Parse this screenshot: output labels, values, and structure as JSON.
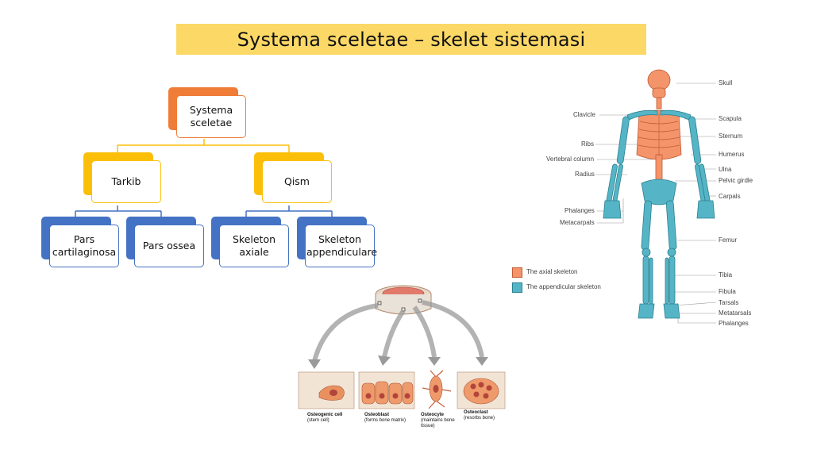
{
  "title": "Systema sceletae – skelet sistemasi",
  "hierarchy": {
    "root": "Systema sceletae",
    "level2": [
      "Tarkib",
      "Qism"
    ],
    "level3": [
      "Pars cartilaginosa",
      "Pars ossea",
      "Skeleton axiale",
      "Skeleton appendiculare"
    ]
  },
  "colors": {
    "title_bg": "#fcd966",
    "root": "#ef7c37",
    "level2": "#fcbf09",
    "level3": "#4472c4",
    "axial": "#f4946a",
    "appendicular": "#55b5c6"
  },
  "skeleton": {
    "left_labels": [
      "Clavicle",
      "Ribs",
      "Vertebral column",
      "Radius",
      "Phalanges",
      "Metacarpals"
    ],
    "right_labels": [
      "Skull",
      "Scapula",
      "Sternum",
      "Humerus",
      "Ulna",
      "Pelvic girdle",
      "Carpals",
      "Femur",
      "Tibia",
      "Fibula",
      "Tarsals",
      "Metatarsals",
      "Phalanges"
    ],
    "legend": [
      "The axial skeleton",
      "The appendicular skeleton"
    ]
  },
  "cells": [
    {
      "name": "Osteogenic cell",
      "desc": "(stem cell)"
    },
    {
      "name": "Osteoblast",
      "desc": "(forms bone matrix)"
    },
    {
      "name": "Osteocyte",
      "desc": "(maintains bone tissue)"
    },
    {
      "name": "Osteoclast",
      "desc": "(resorbs bone)"
    }
  ]
}
